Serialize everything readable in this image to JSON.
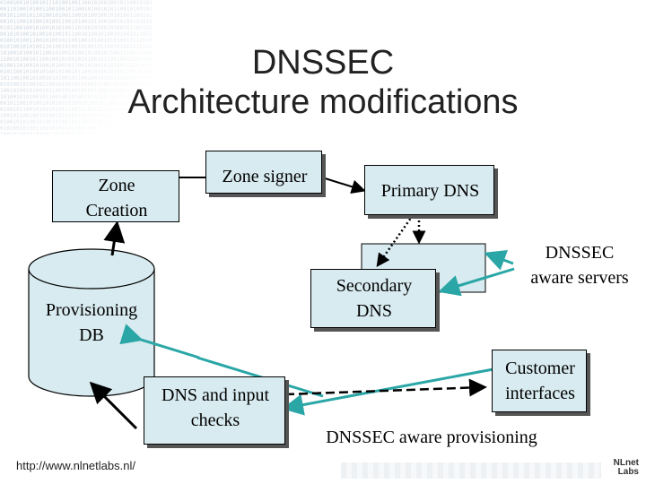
{
  "title": {
    "line1": "DNSSEC",
    "line2": "Architecture modifications"
  },
  "nodes": {
    "zone_creation": "Zone\nCreation",
    "zone_signer": "Zone signer",
    "primary_dns": "Primary DNS",
    "secondary_dns": "Secondary\nDNS",
    "provisioning_db": "Provisioning\nDB",
    "dns_checks": "DNS and input\nchecks",
    "customer_interfaces": "Customer\ninterfaces"
  },
  "labels": {
    "dnssec_aware_servers": "DNSSEC\naware servers",
    "dnssec_aware_provisioning": "DNSSEC aware provisioning"
  },
  "footer": {
    "url": "http://www.nlnetlabs.nl/",
    "logo": "NLnet\nLabs"
  },
  "colors": {
    "box_fill": "#d8ebf0",
    "highlight_arrow": "#2aa6a6",
    "dashed": "#000000"
  }
}
